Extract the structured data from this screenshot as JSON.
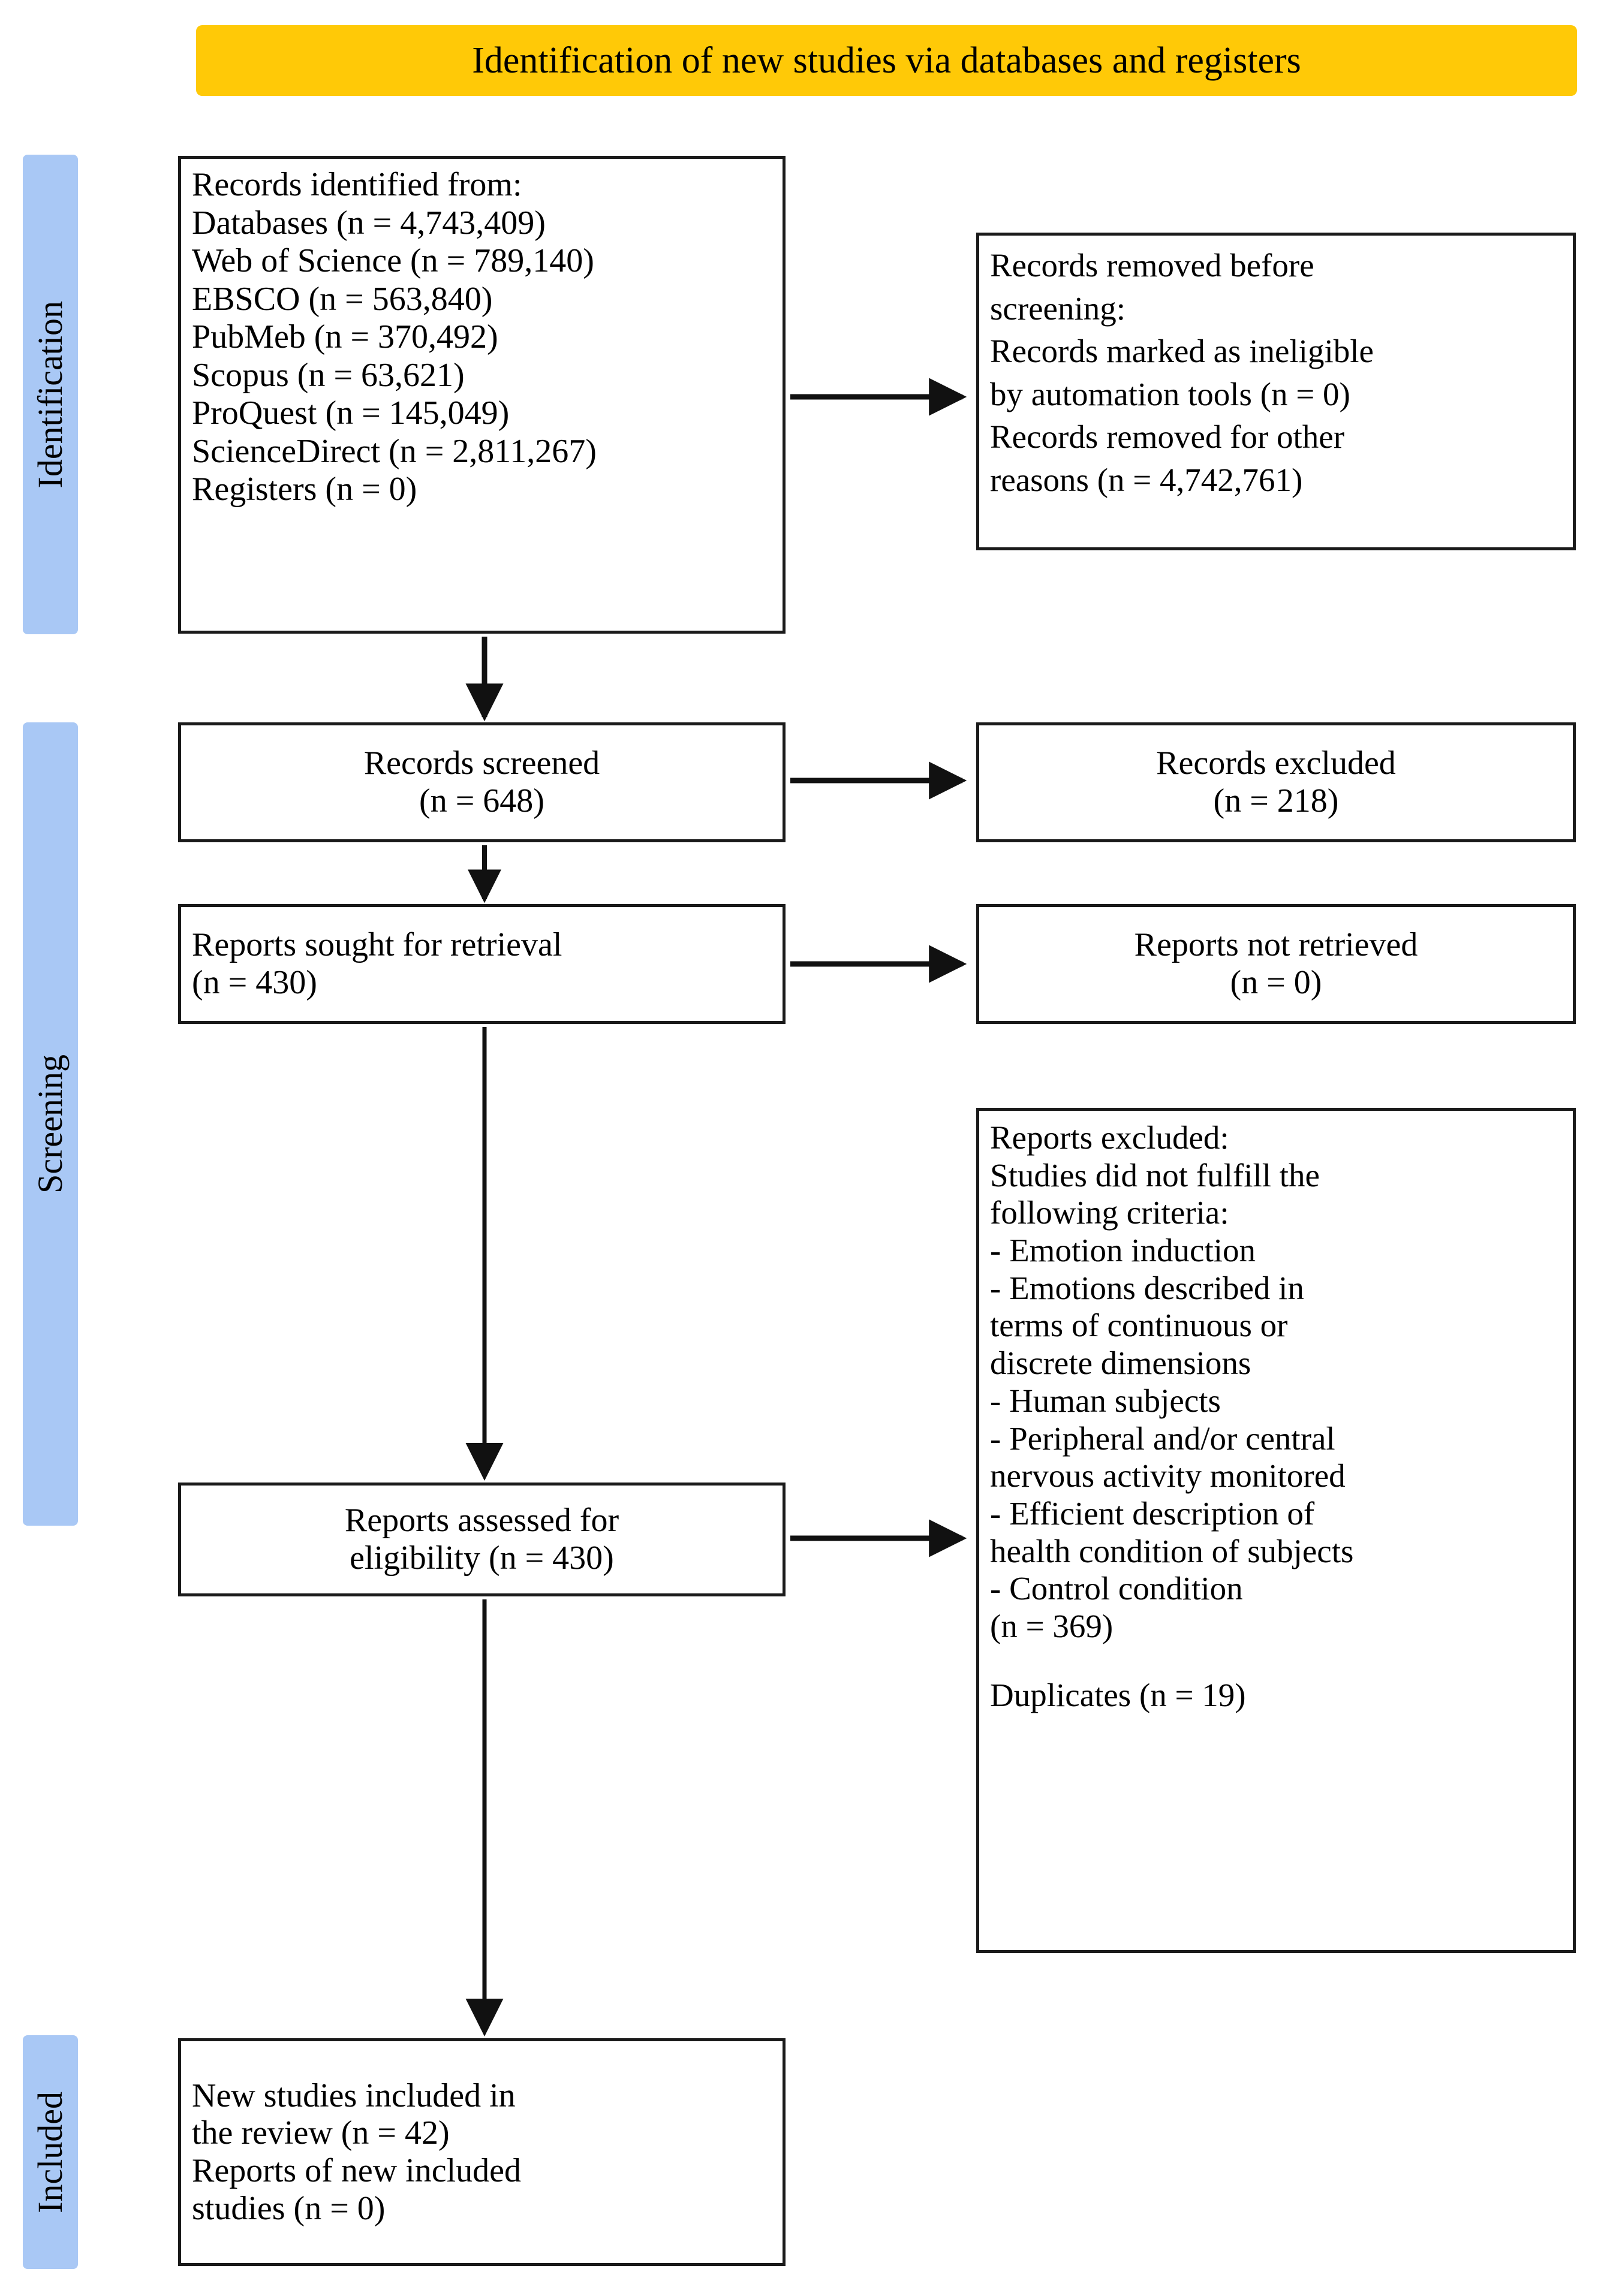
{
  "banner": {
    "title": "Identification of new studies via databases and registers",
    "color": "#FFC907"
  },
  "stages": {
    "color": "#A9C8F5",
    "identification": "Identification",
    "screening": "Screening",
    "included": "Included"
  },
  "boxes": {
    "identified": {
      "lines": [
        "Records identified from:",
        "Databases (n = 4,743,409)",
        "Web of Science (n = 789,140)",
        "EBSCO (n = 563,840)",
        "PubMeb (n = 370,492)",
        "Scopus (n = 63,621)",
        "ProQuest (n = 145,049)",
        "ScienceDirect (n = 2,811,267)",
        "Registers (n = 0)"
      ]
    },
    "removed_before_screening": {
      "lines": [
        "Records removed before",
        "screening:",
        "Records marked as ineligible",
        "by automation tools (n = 0)",
        "Records removed for other",
        "reasons (n = 4,742,761)"
      ]
    },
    "records_screened": {
      "lines": [
        "Records screened",
        "(n = 648)"
      ]
    },
    "records_excluded": {
      "lines": [
        "Records excluded",
        "(n = 218)"
      ]
    },
    "reports_sought": {
      "lines": [
        "Reports sought for retrieval",
        "(n = 430)"
      ]
    },
    "reports_not_retrieved": {
      "lines": [
        "Reports not retrieved",
        "(n = 0)"
      ]
    },
    "reports_excluded": {
      "lines": [
        "Reports excluded:",
        "Studies did not fulfill the",
        "following criteria:",
        "- Emotion induction",
        "- Emotions described in",
        "terms of continuous or",
        "discrete dimensions",
        "- Human subjects",
        "- Peripheral and/or central",
        "nervous activity monitored",
        "- Efficient description of",
        "health condition of subjects",
        "- Control condition",
        "(n = 369)"
      ],
      "duplicates": "Duplicates (n = 19)"
    },
    "reports_assessed": {
      "lines": [
        "Reports assessed for",
        "eligibility (n = 430)"
      ]
    },
    "new_studies_included": {
      "lines": [
        "New studies included in",
        "the review (n = 42)",
        "Reports of new included",
        "studies (n = 0)"
      ]
    }
  }
}
